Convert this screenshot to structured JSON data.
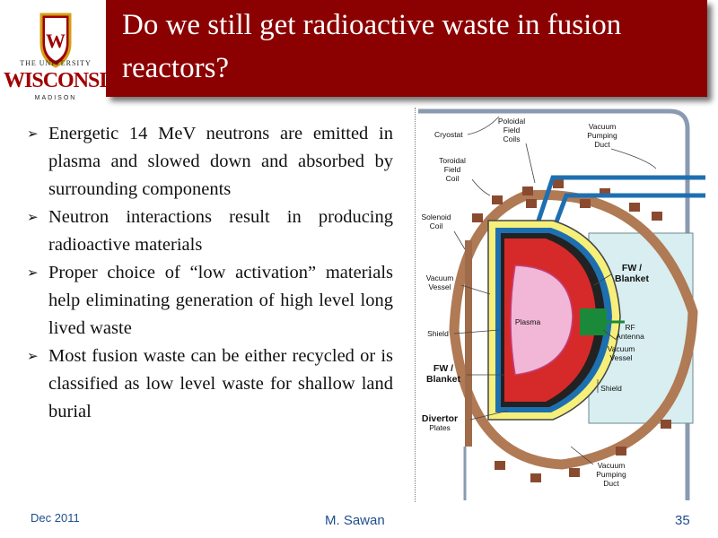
{
  "header": {
    "title": "Do we still get radioactive waste in fusion reactors?"
  },
  "logo": {
    "crest_letter": "W",
    "line1": "THE UNIVERSITY",
    "line2": "WISCONSIN",
    "line3": "MADISON"
  },
  "bullets": [
    "Energetic 14 MeV neutrons are emitted in plasma and slowed down and absorbed by surrounding components",
    "Neutron interactions result in producing radioactive materials",
    "Proper choice of “low activation” materials help eliminating generation of high level long lived waste",
    "Most fusion waste can be either recycled or is classified as low level waste for shallow land burial"
  ],
  "diagram": {
    "labels": {
      "cryostat": "Cryostat",
      "poloidal_1": "Poloidal",
      "poloidal_2": "Field",
      "poloidal_3": "Coils",
      "vpd_top_1": "Vacuum",
      "vpd_top_2": "Pumping",
      "vpd_top_3": "Duct",
      "toroidal_1": "Toroidal",
      "toroidal_2": "Field",
      "toroidal_3": "Coil",
      "solenoid_1": "Solenoid",
      "solenoid_2": "Coil",
      "vv_left_1": "Vacuum",
      "vv_left_2": "Vessel",
      "shield_left": "Shield",
      "fw_left_1": "FW /",
      "fw_left_2": "Blanket",
      "divertor_1": "Divertor",
      "divertor_2": "Plates",
      "plasma": "Plasma",
      "fw_right_1": "FW /",
      "fw_right_2": "Blanket",
      "rf_1": "RF",
      "rf_2": "Antenna",
      "vv_right_1": "Vacuum",
      "vv_right_2": "Vessel",
      "shield_right": "Shield",
      "vpd_bottom_1": "Vacuum",
      "vpd_bottom_2": "Pumping",
      "vpd_bottom_3": "Duct"
    }
  },
  "footer": {
    "date": "Dec 2011",
    "author": "M. Sawan",
    "page": "35"
  },
  "colors": {
    "title_bar": "#8b0000",
    "footer_text": "#1f4e8c",
    "brand_red": "#a00000"
  }
}
